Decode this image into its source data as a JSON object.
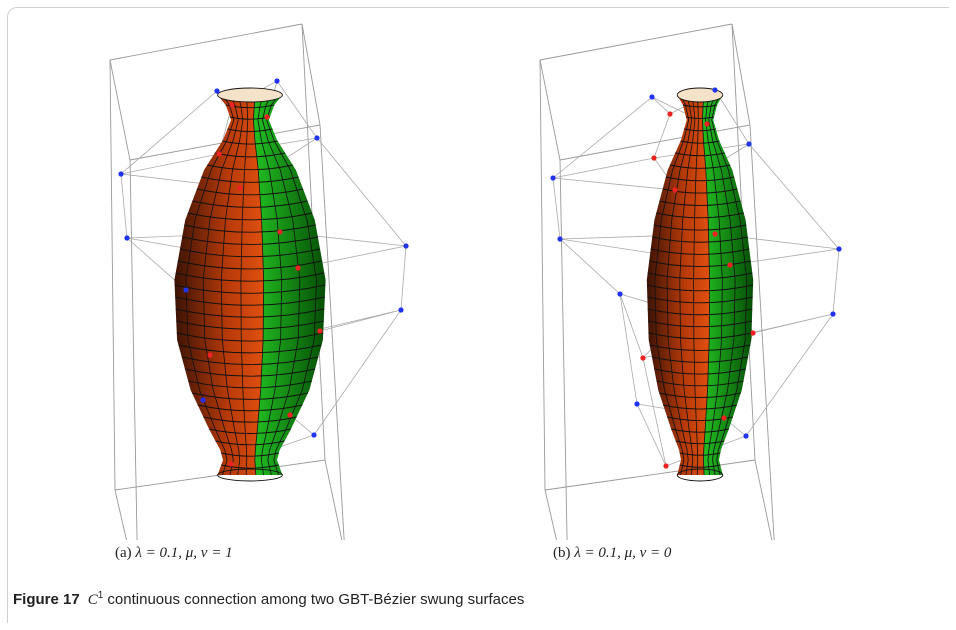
{
  "panels": [
    {
      "label": "(a)",
      "formula": "λ = 0.1, μ, ν = 1",
      "parameters": {
        "lambda": 0.1,
        "mu_nu": 1
      }
    },
    {
      "label": "(b)",
      "formula": "λ = 0.1, μ, ν = 0",
      "parameters": {
        "lambda": 0.1,
        "mu_nu": 0
      }
    }
  ],
  "caption": {
    "figure_label": "Figure 17",
    "symbol": "C",
    "superscript": "1",
    "text": " continuous connection among two GBT-Bézier swung surfaces"
  },
  "colors": {
    "surface_left": "#e05010",
    "surface_right": "#10a010",
    "cp_left": "#2233ee",
    "cp_right": "#ee2222",
    "box": "#999999",
    "mesh": "#111111"
  }
}
